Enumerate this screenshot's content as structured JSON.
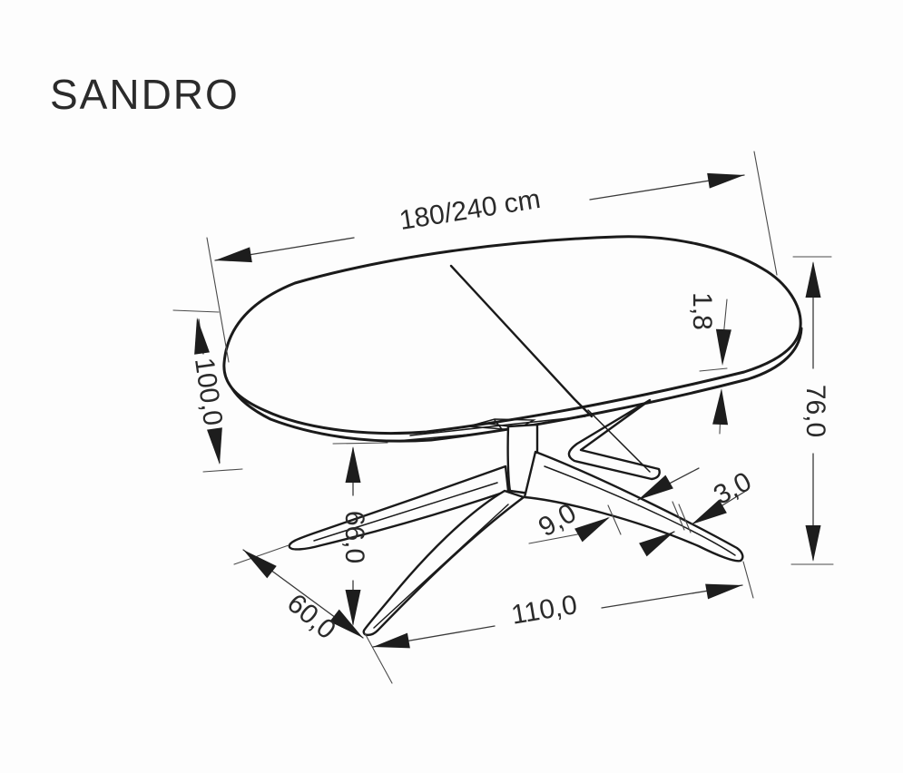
{
  "title": "SANDRO",
  "dimensions": {
    "length": "180/240 cm",
    "width": "100,0",
    "top_thickness": "1,8",
    "height": "76,0",
    "underframe_height": "66,0",
    "base_depth": "60,0",
    "leg_top_width": "9,0",
    "leg_edge_thickness": "3,0",
    "base_width": "110,0"
  },
  "colors": {
    "line": "#1a1a1a",
    "text": "#2a2a2a",
    "background": "#fdfdfd"
  }
}
